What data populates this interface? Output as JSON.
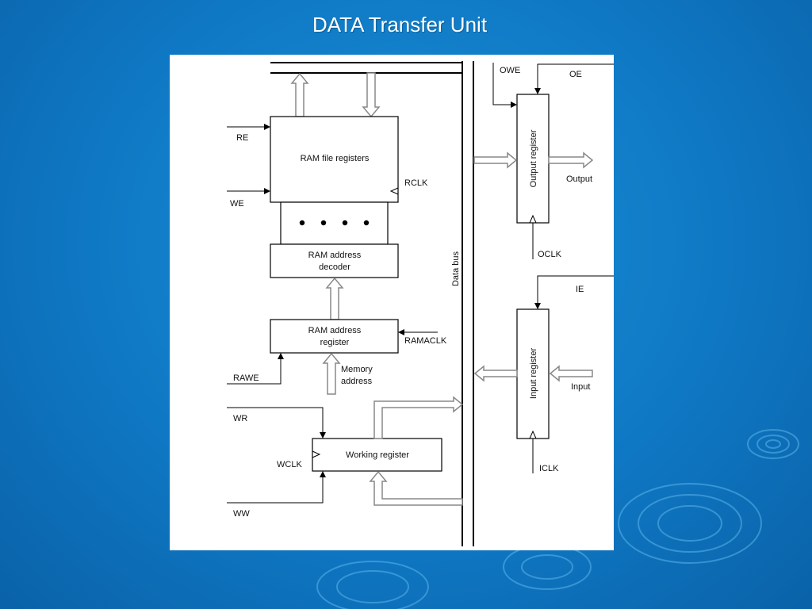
{
  "slide": {
    "title": "DATA Transfer Unit"
  },
  "colors": {
    "background": "#0f78c4",
    "panel": "#ffffff",
    "line": "#000000",
    "bus_arrow": "#888888"
  },
  "diagram": {
    "blocks": {
      "ram_file_registers": "RAM file registers",
      "ram_address_decoder_line1": "RAM address",
      "ram_address_decoder_line2": "decoder",
      "ram_address_register_line1": "RAM address",
      "ram_address_register_line2": "register",
      "working_register": "Working register",
      "output_register": "Output register",
      "input_register": "Input register"
    },
    "signals": {
      "re": "RE",
      "we": "WE",
      "rclk": "RCLK",
      "ramaclk": "RAMACLK",
      "rawe": "RAWE",
      "memory_address_line1": "Memory",
      "memory_address_line2": "address",
      "wr": "WR",
      "wclk": "WCLK",
      "ww": "WW",
      "owe": "OWE",
      "oe": "OE",
      "output": "Output",
      "oclk": "OCLK",
      "ie": "IE",
      "input": "Input",
      "iclk": "ICLK",
      "data_bus": "Data bus"
    }
  }
}
